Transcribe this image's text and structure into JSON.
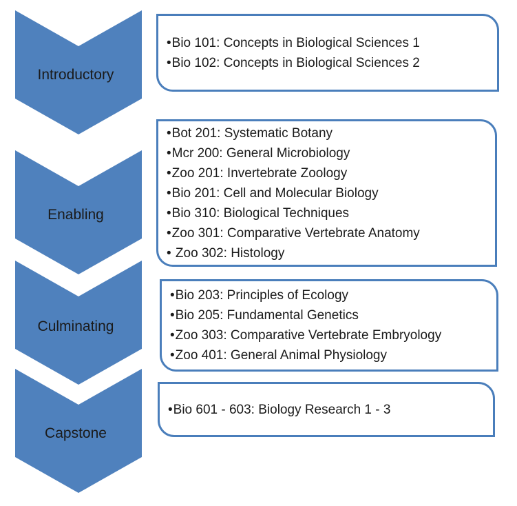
{
  "colors": {
    "chevron": "#4f81bd",
    "box_border": "#4a7ebb",
    "text": "#1a1a1a"
  },
  "stages": [
    {
      "label": "Introductory",
      "courses": [
        "Bio 101: Concepts in Biological Sciences 1",
        "Bio 102: Concepts in Biological Sciences 2"
      ]
    },
    {
      "label": "Enabling",
      "courses": [
        "Bot 201: Systematic Botany",
        "Mcr 200: General Microbiology",
        "Zoo 201: Invertebrate Zoology",
        "Bio 201: Cell and Molecular Biology",
        "Bio 310: Biological Techniques",
        "Zoo 301: Comparative Vertebrate Anatomy",
        " Zoo 302: Histology"
      ]
    },
    {
      "label": "Culminating",
      "courses": [
        "Bio 203: Principles of Ecology",
        "Bio 205: Fundamental Genetics",
        "Zoo 303: Comparative Vertebrate Embryology",
        "Zoo 401: General Animal Physiology"
      ]
    },
    {
      "label": "Capstone",
      "courses": [
        "Bio 601 - 603: Biology Research 1 - 3"
      ]
    }
  ]
}
